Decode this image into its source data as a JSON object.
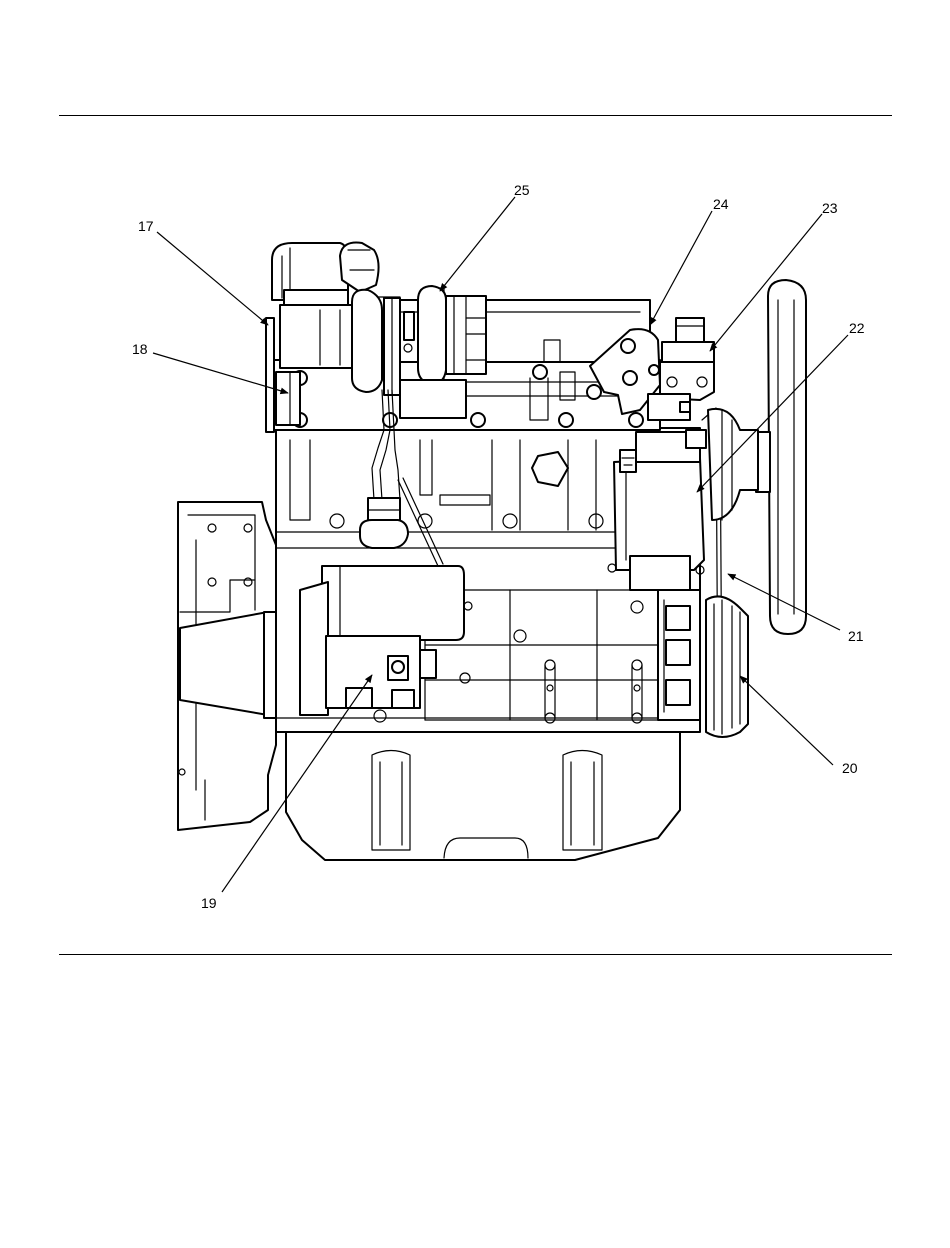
{
  "figure": {
    "callouts": [
      {
        "id": "17",
        "label": "17"
      },
      {
        "id": "18",
        "label": "18"
      },
      {
        "id": "19",
        "label": "19"
      },
      {
        "id": "20",
        "label": "20"
      },
      {
        "id": "21",
        "label": "21"
      },
      {
        "id": "22",
        "label": "22"
      },
      {
        "id": "23",
        "label": "23"
      },
      {
        "id": "24",
        "label": "24"
      },
      {
        "id": "25",
        "label": "25"
      }
    ]
  }
}
